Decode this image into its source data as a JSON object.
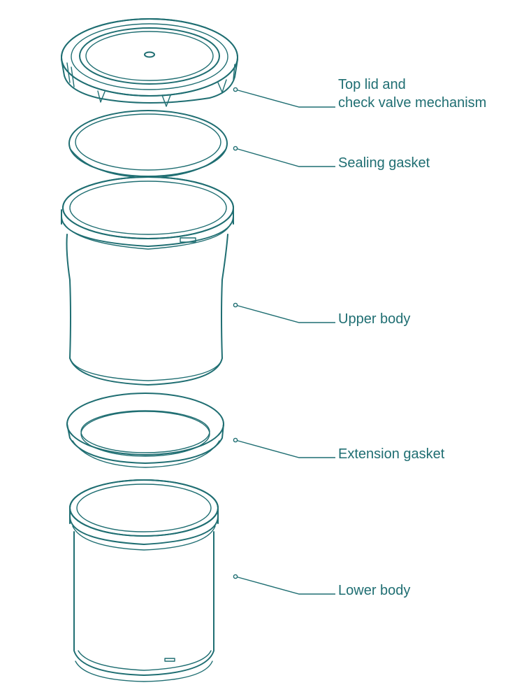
{
  "diagram": {
    "type": "exploded-view",
    "stroke_color": "#1f6e72",
    "background": "#ffffff",
    "labels": [
      {
        "id": "top-lid",
        "lines": [
          "Top lid and",
          "check valve mechanism"
        ]
      },
      {
        "id": "sealing-gasket",
        "lines": [
          "Sealing gasket"
        ]
      },
      {
        "id": "upper-body",
        "lines": [
          "Upper body"
        ]
      },
      {
        "id": "extension-gasket",
        "lines": [
          "Extension gasket"
        ]
      },
      {
        "id": "lower-body",
        "lines": [
          "Lower body"
        ]
      }
    ]
  }
}
